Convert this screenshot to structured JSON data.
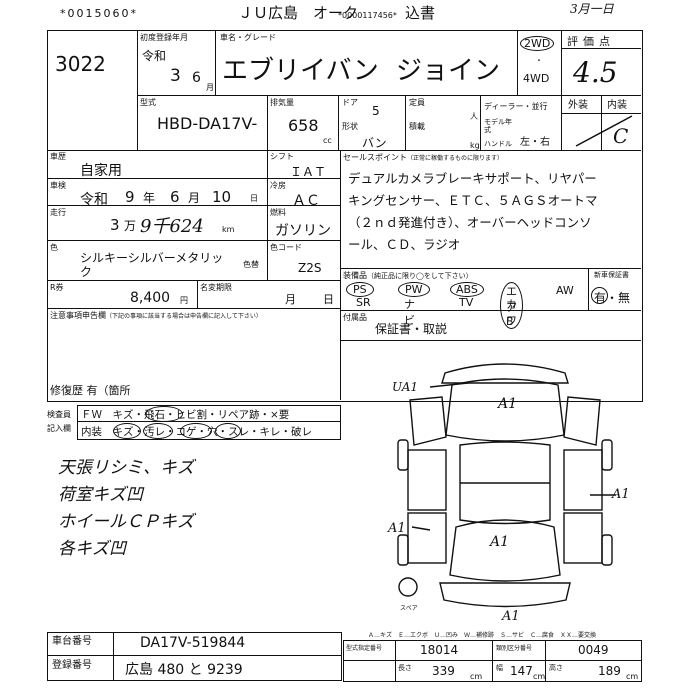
{
  "header": {
    "lot_counter": "*0015060*",
    "venue": "ＪＵ広島　オーク",
    "barcode_text": "*0000117456*",
    "doc_suffix": "込書",
    "top_right": "3月一日"
  },
  "lot": {
    "number": "3022"
  },
  "registration": {
    "label": "初度登録年月",
    "era": "令和",
    "year": "3",
    "month": "6",
    "month_unit": "月"
  },
  "vehicle": {
    "name_label": "車名・グレード",
    "name": "エブリイバン",
    "grade": "ジョイン",
    "drive_2wd": "2WD",
    "drive_4wd": "4WD"
  },
  "score": {
    "label": "評価点",
    "value": "4.5",
    "exterior_label": "外装",
    "interior_label": "内装",
    "exterior_value": "",
    "interior_value": "C"
  },
  "model": {
    "label": "型式",
    "value": "HBD-DA17V-",
    "displacement_label": "排気量",
    "displacement": "658",
    "displacement_unit": "cc",
    "doors_label": "ドア",
    "doors": "5",
    "body_label": "形状",
    "body": "バン",
    "capacity_label": "定員",
    "capacity_unit": "人",
    "load_label": "積載",
    "load_unit": "kg",
    "dealer_label": "ディーラー・並行",
    "model_year_label": "モデル年式",
    "handle_label": "ハンドル",
    "handle_options": "左・右"
  },
  "usage": {
    "label": "車歴",
    "value": "自家用"
  },
  "shift": {
    "label": "シフト",
    "value": "ＩＡＴ"
  },
  "ac": {
    "label": "冷房",
    "value": "ＡＣ"
  },
  "fuel": {
    "label": "燃料",
    "value": "ガソリン"
  },
  "inspection": {
    "label": "車検",
    "era": "令和",
    "year": "9",
    "year_unit": "年",
    "month": "6",
    "month_unit": "月",
    "day": "10",
    "day_unit": "日"
  },
  "mileage": {
    "label": "走行",
    "man": "3",
    "man_unit": "万",
    "rest": "9千624",
    "unit": "km"
  },
  "color": {
    "label": "色",
    "value_line1": "シルキーシルバーメタリッ",
    "value_line2": "ク",
    "change_label": "色替",
    "code_label": "色コード",
    "code": "Z2S"
  },
  "recycle": {
    "label": "R券",
    "amount": "8,400",
    "unit": "円",
    "name_change_label": "名変期限",
    "month_unit": "月",
    "day_unit": "日"
  },
  "sales_point": {
    "label": "セールスポイント",
    "note": "（正常に稼働するものに限ります）",
    "lines": [
      "デュアルカメラブレーキサポート、リヤパー",
      "キングセンサー、ＥＴＣ、５ＡＧＳオートマ",
      "（２ｎｄ発進付き）、オーバーヘッドコンソ",
      "ール、ＣＤ、ラジオ"
    ]
  },
  "equipment": {
    "label": "装備品",
    "note": "（純正品に限り◯をして下さい）",
    "items": [
      {
        "code": "PS",
        "name": "SR"
      },
      {
        "code": "PW",
        "name": "ナビ"
      },
      {
        "code": "ABS",
        "name": "TV"
      },
      {
        "code": "エアB",
        "name": "カワ"
      },
      {
        "code": "AW",
        "name": ""
      }
    ],
    "manual_label": "新車保証書",
    "manual_options": "有・無"
  },
  "documents": {
    "label": "付属品",
    "value": "保証書・取説"
  },
  "notes_box": {
    "label": "注意事項申告欄",
    "note": "（下記の事項に該当する場合は申告欄に記入して下さい）"
  },
  "repair_history": {
    "label": "修復歴",
    "value": "有（箇所"
  },
  "damage_legend": {
    "label1": "検査員",
    "row1": "ＦＷ　キズ・飛石・ヒビ割・リペア跡・×要",
    "label2": "記入欄",
    "row2": "内装　キズ・汚レ・コゲ・穴・スレ・キレ・破レ"
  },
  "handwritten_notes": [
    "天張リシミ、キズ",
    "荷室キズ凹",
    "ホイールＣＰキズ",
    "各キズ凹"
  ],
  "diagram_marks": {
    "ua1": "UA1",
    "a1_roof": "A1",
    "a1_rside": "A1",
    "a1_lside": "A1",
    "a1_hood": "A1",
    "a1_bottom": "A1",
    "spare": "スペア"
  },
  "symbol_legend": "Ａ…キズ　Ｅ…エクボ　Ｕ…凹み　Ｗ…補修跡　Ｓ…サビ　Ｃ…腐食　ＸＸ…要交換",
  "chassis": {
    "label": "車台番号",
    "value": "DA17V-519844"
  },
  "plate": {
    "label": "登録番号",
    "value": "広島 480 と 9239"
  },
  "specs": {
    "designation_label": "型式指定番号",
    "designation": "18014",
    "category_label": "類別区分番号",
    "category": "0049",
    "length_label": "長さ",
    "length": "339",
    "width_label": "幅",
    "width": "147",
    "height_label": "高さ",
    "height": "189",
    "unit": "cm"
  }
}
